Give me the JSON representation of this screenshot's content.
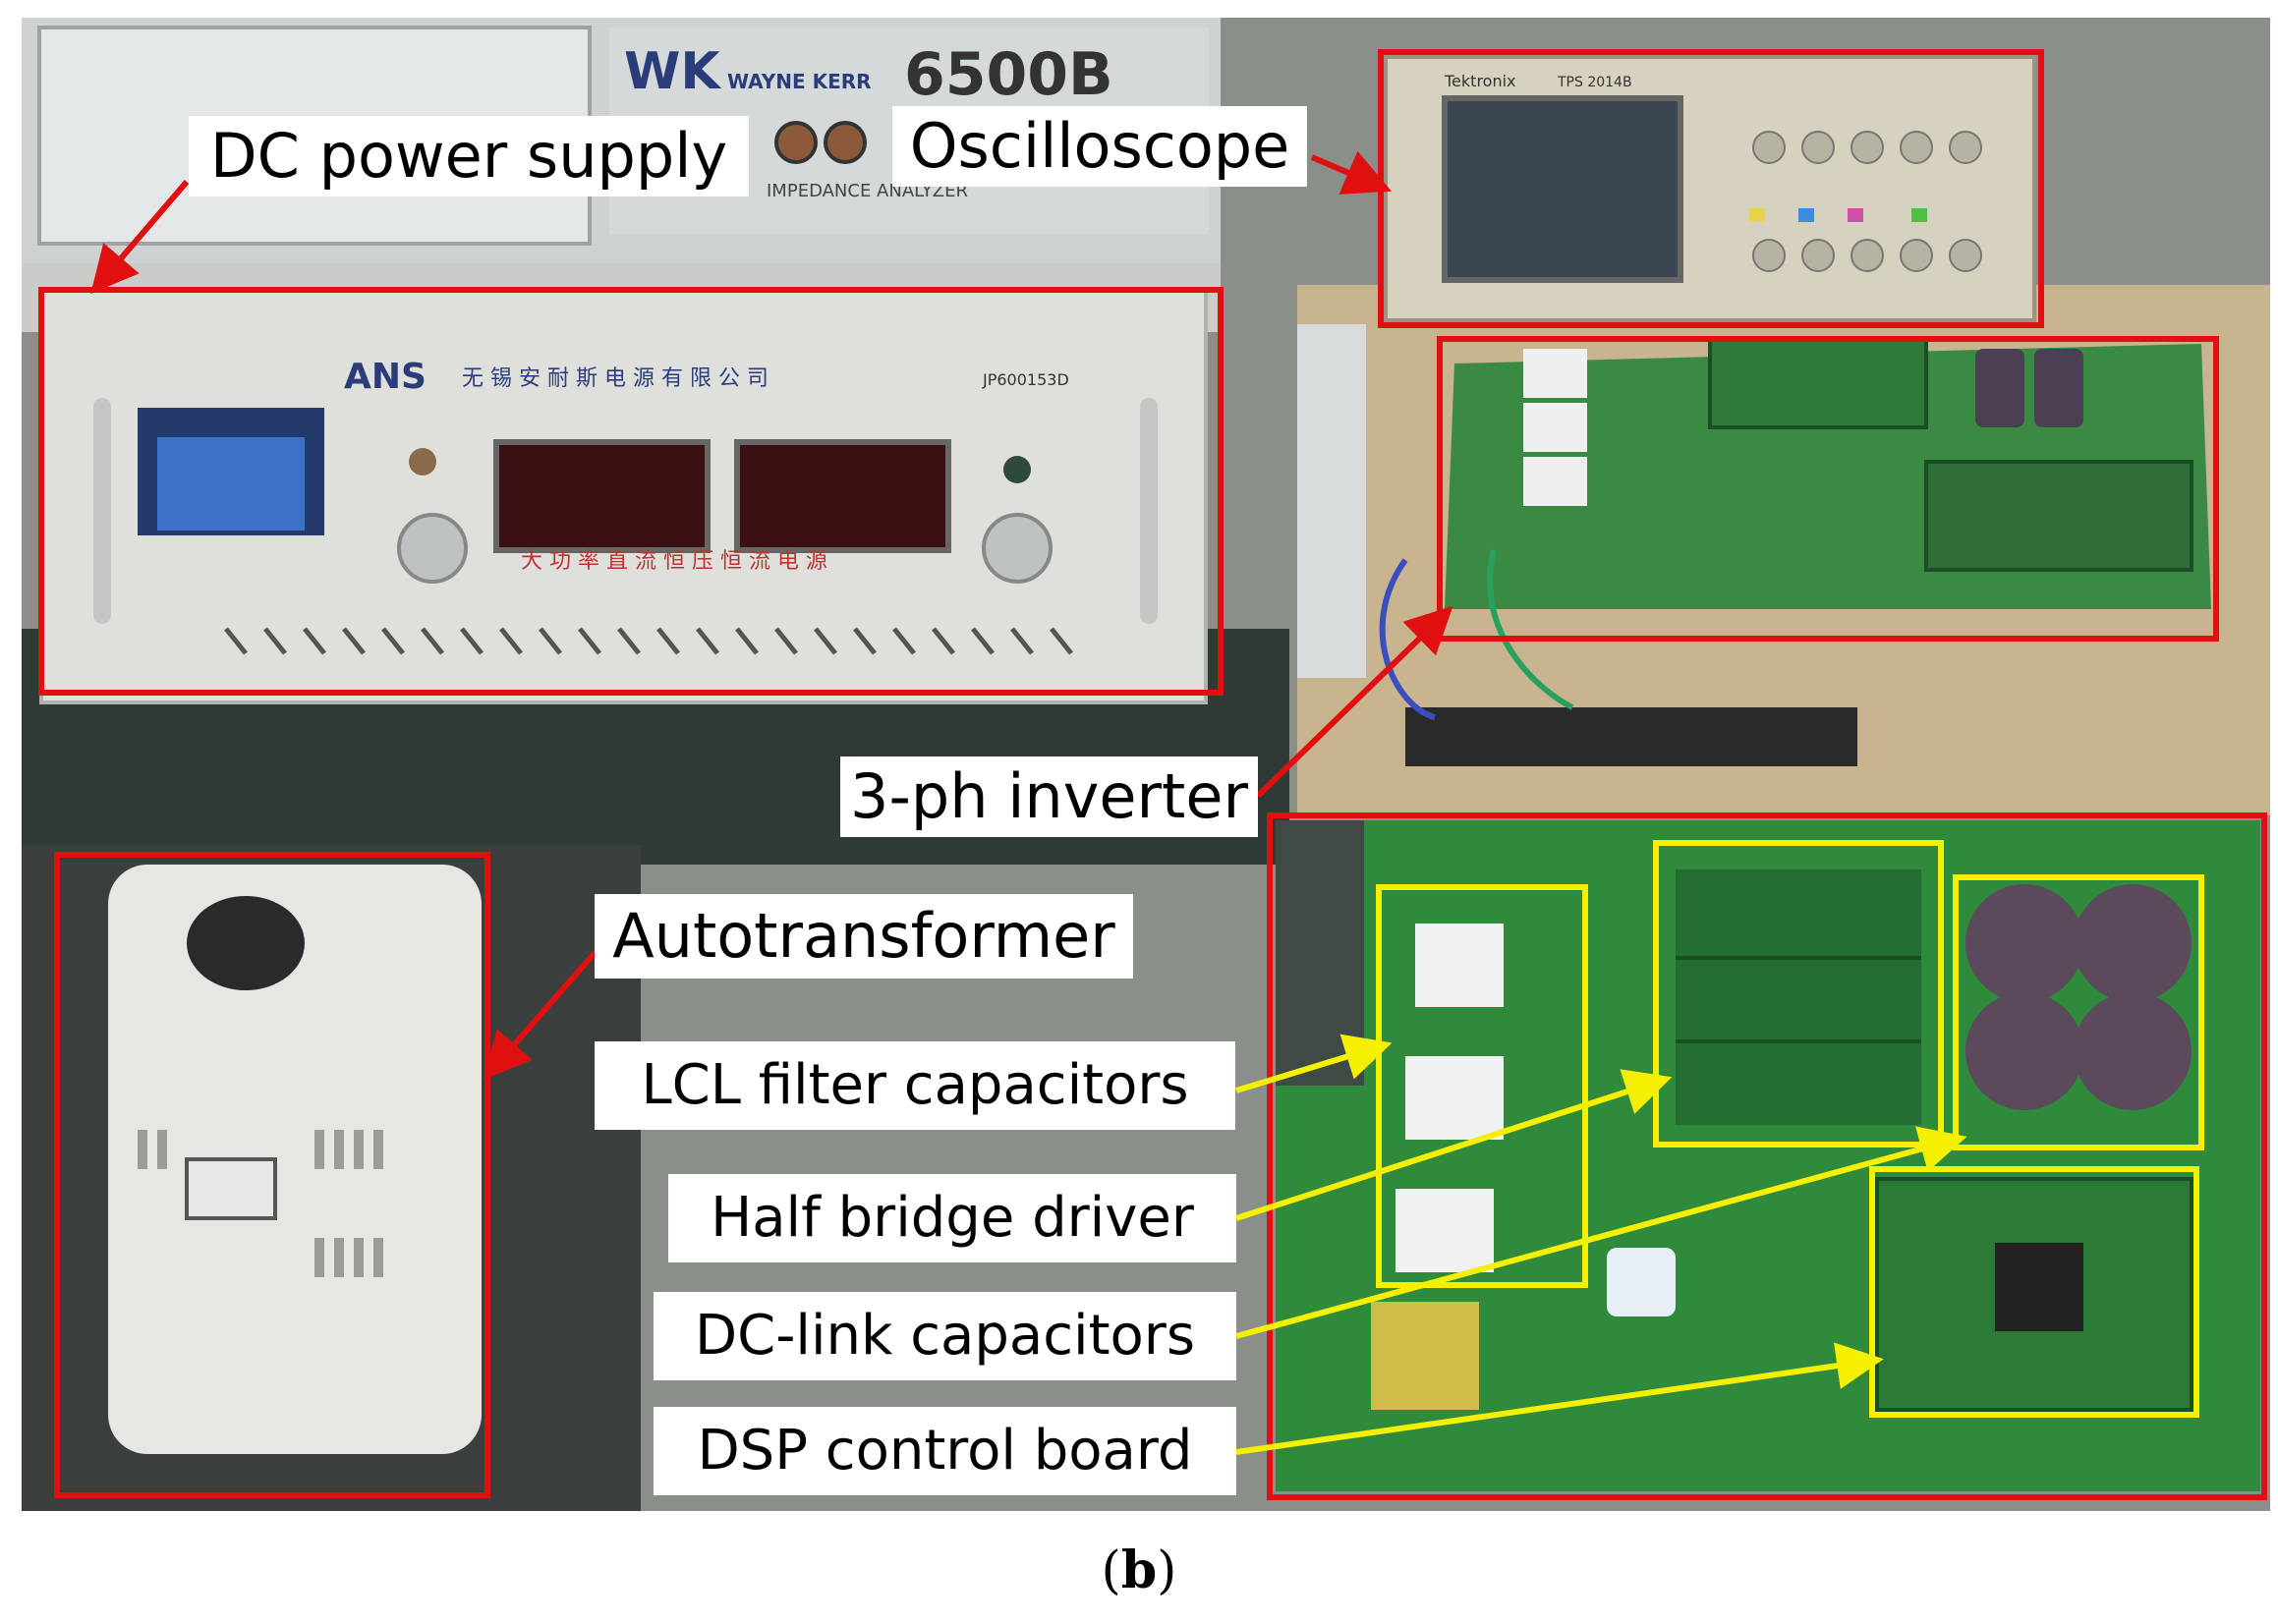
{
  "figure": {
    "caption_open": "(",
    "caption_letter": "b",
    "caption_close": ")"
  },
  "device_labels": {
    "dc_power_supply": "DC power supply",
    "oscilloscope": "Oscilloscope",
    "inverter": "3-ph inverter",
    "autotransformer": "Autotransformer",
    "lcl_filter_capacitors": "LCL filter capacitors",
    "half_bridge_driver": "Half bridge driver",
    "dc_link_capacitors": "DC-link capacitors",
    "dsp_control_board": "DSP control board"
  },
  "equipment_text": {
    "analyzer_brand": "WAYNE KERR",
    "analyzer_model": "6500B",
    "analyzer_subtitle": "IMPEDANCE ANALYZER",
    "psu_brand": "ANS",
    "psu_company": "无 锡 安 耐 斯 电 源 有 限 公 司",
    "psu_model": "JP600153D",
    "psu_bottom_text": "大 功 率 直 流 恒 压 恒 流 电 源",
    "scope_brand": "Tektronix",
    "scope_model": "TPS 2014B"
  },
  "colors": {
    "highlight_red": "#e01010",
    "highlight_yellow": "#f5ef00",
    "pcb_green": "#2e7d3a",
    "arrow_red": "#e01010",
    "arrow_yellow": "#f5ef00"
  }
}
